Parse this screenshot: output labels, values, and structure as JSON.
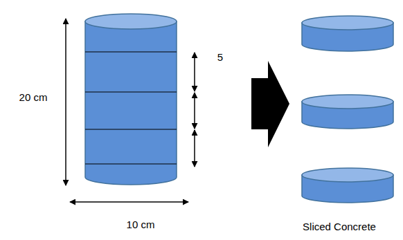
{
  "diagram": {
    "labels": [
      "20 cm",
      "5",
      "10 cm",
      "Sliced Concrete"
    ]
  }
}
